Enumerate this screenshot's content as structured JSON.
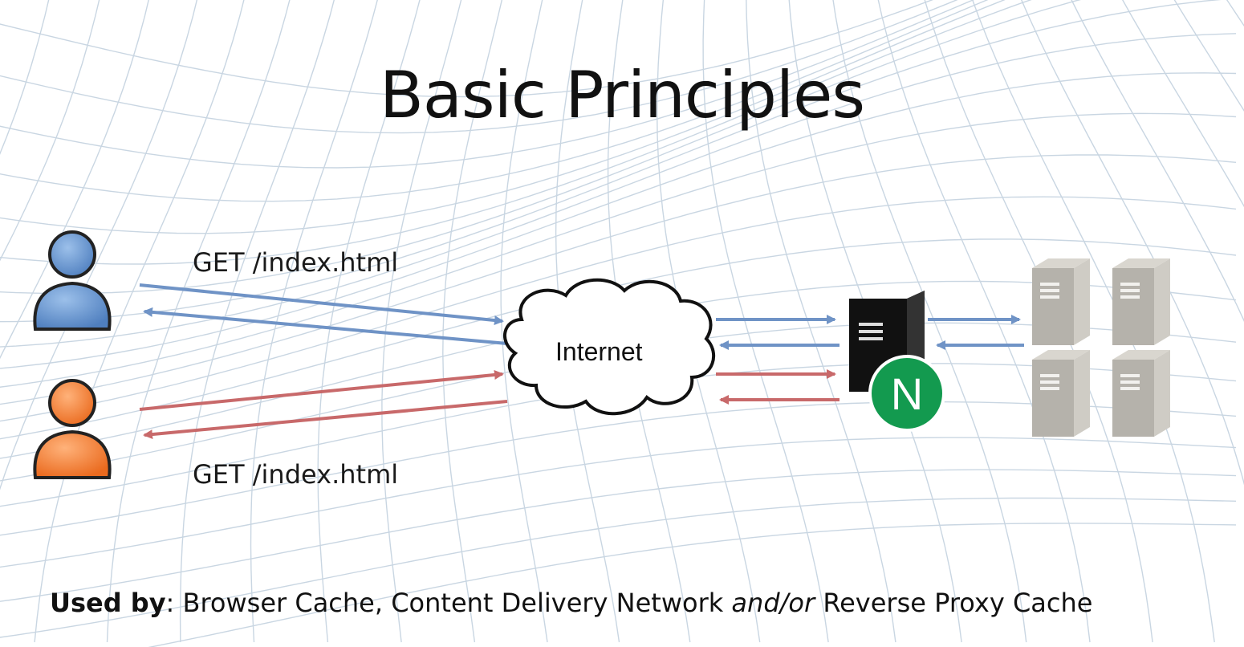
{
  "title": "Basic Principles",
  "request_top": "GET /index.html",
  "request_bottom": "GET /index.html",
  "cloud_label": "Internet",
  "footer": {
    "prefix_bold": "Used by",
    "text1": ": Browser Cache, Content Delivery Network ",
    "italic": "and/or",
    "text2": " Reverse Proxy Cache"
  },
  "nginx_letter": "N",
  "colors": {
    "blue_flow": "#6f93c6",
    "red_flow": "#c8696a",
    "user_blue": "#5b8bcc",
    "user_orange": "#f07a2e",
    "nginx_green": "#139a4f",
    "backend_gray": "#b8b5ae",
    "grid": "#c9d6e2"
  },
  "icons": [
    "user-blue-icon",
    "user-orange-icon",
    "cloud-icon",
    "nginx-server-icon",
    "backend-server-icon"
  ]
}
